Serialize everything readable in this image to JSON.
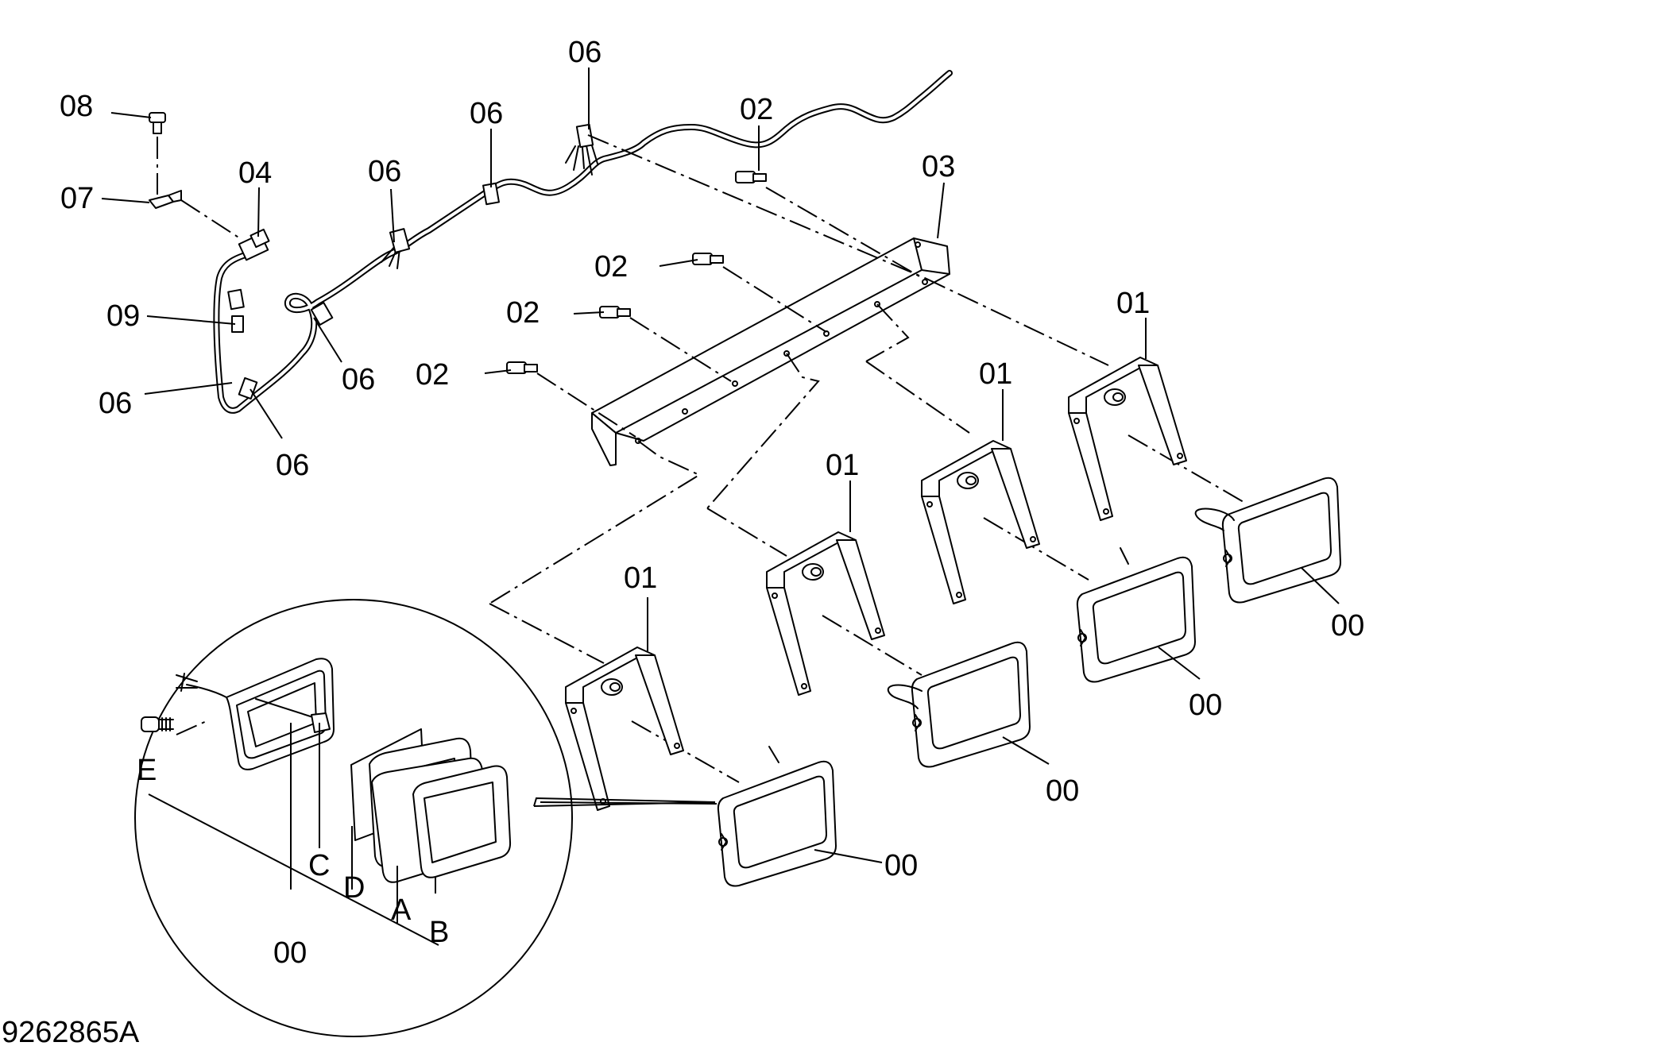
{
  "drawing_id": "9262865A",
  "callouts": {
    "c00": "00",
    "c01": "01",
    "c02": "02",
    "c03": "03",
    "c04": "04",
    "c06": "06",
    "c07": "07",
    "c08": "08",
    "c09": "09"
  },
  "detail": {
    "a": "A",
    "b": "B",
    "c": "C",
    "d": "D",
    "e": "E",
    "lamp": "00"
  }
}
